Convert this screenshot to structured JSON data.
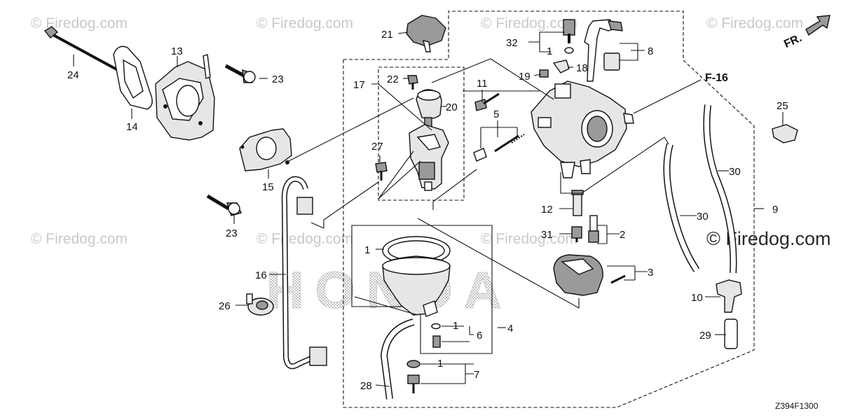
{
  "watermark": {
    "text": "© Firedog.com",
    "brand_text": "HONDA"
  },
  "diagram_code": "Z394F1300",
  "fr_label": "FR.",
  "ref_label": "F-16",
  "callouts": {
    "c1a": "1",
    "c1b": "1",
    "c1c": "1",
    "c1d": "1",
    "c2": "2",
    "c3": "3",
    "c4": "4",
    "c5": "5",
    "c6": "6",
    "c7": "7",
    "c8": "8",
    "c9": "9",
    "c10": "10",
    "c11": "11",
    "c12": "12",
    "c13": "13",
    "c14": "14",
    "c15": "15",
    "c16": "16",
    "c17": "17",
    "c18": "18",
    "c19": "19",
    "c20": "20",
    "c21": "21",
    "c22": "22",
    "c23a": "23",
    "c23b": "23",
    "c24": "24",
    "c25": "25",
    "c26": "26",
    "c27": "27",
    "c28": "28",
    "c29": "29",
    "c30a": "30",
    "c30b": "30",
    "c31": "31",
    "c32": "32"
  }
}
